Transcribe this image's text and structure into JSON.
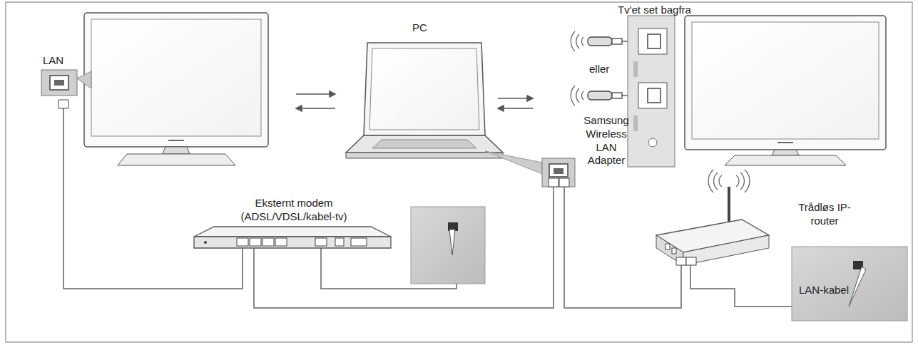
{
  "diagram": {
    "labels": [
      "LAN",
      "PC",
      "Tv'et set bagfra",
      "eller",
      "Samsung Wireless LAN Adapter",
      "Eksternt modem (ADSL/VDSL/kabel-tv)",
      "Trådløs IP-router",
      "LAN-kabel"
    ]
  }
}
